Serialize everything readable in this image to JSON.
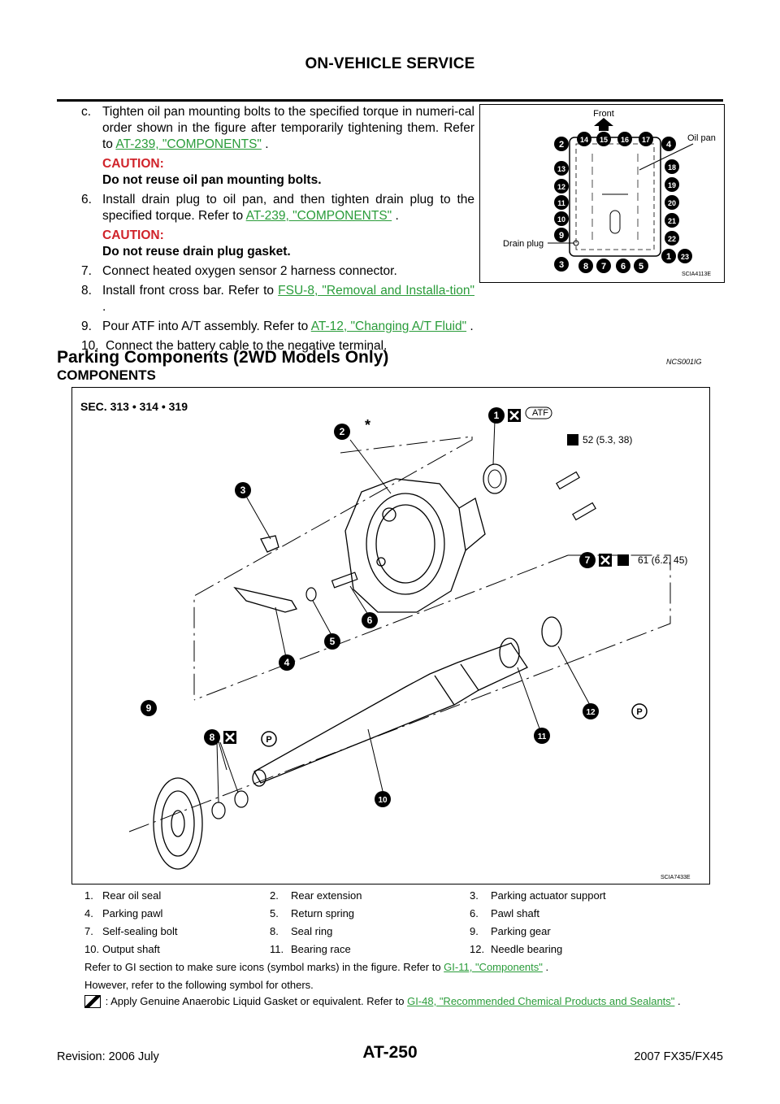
{
  "header": {
    "title": "ON-VEHICLE SERVICE"
  },
  "steps": [
    {
      "num": "c.",
      "pre": "Tighten oil pan mounting bolts to the specified torque in numeri-cal order shown in the figure after temporarily tightening them. Refer to ",
      "link": "AT-239, \"COMPONENTS\"",
      "post": " .",
      "caution_label": "CAUTION:",
      "caution_text": "Do not reuse oil pan mounting bolts."
    },
    {
      "num": "6.",
      "pre": "Install drain plug to oil pan, and then tighten drain plug to the specified torque. Refer to ",
      "link": "AT-239, \"COMPONENTS\"",
      "post": " .",
      "caution_label": "CAUTION:",
      "caution_text": "Do not reuse drain plug gasket."
    },
    {
      "num": "7.",
      "pre": "Connect heated oxygen sensor 2 harness connector."
    },
    {
      "num": "8.",
      "pre": "Install front cross bar. Refer to ",
      "link": "FSU-8, \"Removal and Installa-tion\"",
      "post": " ."
    },
    {
      "num": "9.",
      "pre": "Pour ATF into A/T assembly. Refer to ",
      "link": "AT-12, \"Changing A/T Fluid\"",
      "post": " ."
    },
    {
      "num": "10.",
      "pre": "Connect the battery cable to the negative terminal."
    }
  ],
  "figure1": {
    "front_label": "Front",
    "oil_pan_label": "Oil pan",
    "drain_plug_label": "Drain plug",
    "code": "SCIA4113E",
    "numbers": [
      "1",
      "2",
      "3",
      "4",
      "5",
      "6",
      "7",
      "8",
      "9",
      "10",
      "11",
      "12",
      "13",
      "14",
      "15",
      "16",
      "17",
      "18",
      "19",
      "20",
      "21",
      "22",
      "23"
    ]
  },
  "section": {
    "title": "Parking Components (2WD Models Only)",
    "code": "NCS001IG",
    "subtitle": "COMPONENTS"
  },
  "figure2": {
    "sec_label": "SEC. 313 • 314 • 319",
    "torque1": "52  (5.3, 38)",
    "torque7": "61  (6.2, 45)",
    "atf": "ATF",
    "star": "*",
    "code": "SCIA7433E",
    "callouts": [
      "1",
      "2",
      "3",
      "4",
      "5",
      "6",
      "7",
      "8",
      "9",
      "10",
      "11",
      "12"
    ],
    "p_label": "P"
  },
  "legend": [
    [
      "1.",
      "Rear oil seal",
      "2.",
      "Rear extension",
      "3.",
      "Parking actuator support"
    ],
    [
      "4.",
      "Parking pawl",
      "5.",
      "Return spring",
      "6.",
      "Pawl shaft"
    ],
    [
      "7.",
      "Self-sealing bolt",
      "8.",
      "Seal ring",
      "9.",
      "Parking gear"
    ],
    [
      "10.",
      "Output shaft",
      "11.",
      "Bearing race",
      "12.",
      "Needle bearing"
    ]
  ],
  "notes": {
    "line1_pre": "Refer to GI section to make sure icons (symbol marks) in the figure. Refer to ",
    "line1_link": "GI-11, \"Components\"",
    "line1_post": " .",
    "line2": "However, refer to the following symbol for others.",
    "line3_pre": ": Apply Genuine Anaerobic Liquid Gasket or equivalent. Refer to ",
    "line3_link": "GI-48, \"Recommended Chemical Products and Sealants\"",
    "line3_post": " ."
  },
  "footer": {
    "revision": "Revision: 2006 July",
    "page": "AT-250",
    "model": "2007 FX35/FX45"
  }
}
